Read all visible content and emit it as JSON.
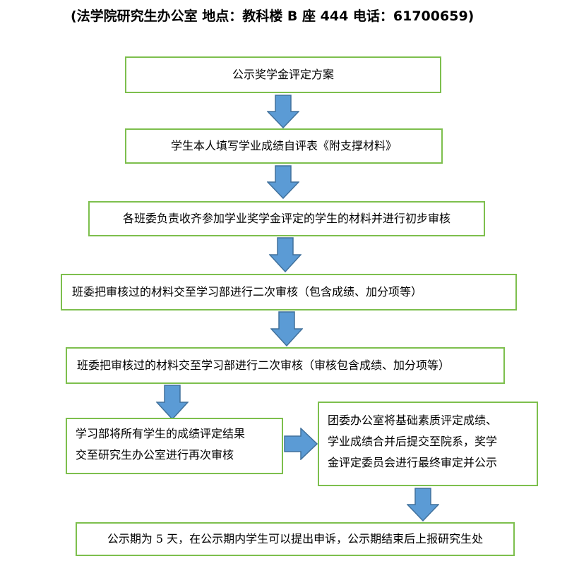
{
  "header": {
    "text": "(法学院研究生办公室  地点：教科楼 B 座 444  电话：61700659)"
  },
  "steps": [
    {
      "text": "公示奖学金评定方案"
    },
    {
      "text": "学生本人填写学业成绩自评表《附支撑材料》"
    },
    {
      "text": "各班委负责收齐参加学业奖学金评定的学生的材料并进行初步审核"
    },
    {
      "text": "班委把审核过的材料交至学习部进行二次审核（包含成绩、加分项等）"
    },
    {
      "text": "班委把审核过的材料交至学习部进行二次审核（审核包含成绩、加分项等）"
    },
    {
      "lines": [
        "学习部将所有学生的成绩评定结果",
        "交至研究生办公室进行再次审核"
      ]
    },
    {
      "lines": [
        "团委办公室将基础素质评定成绩、",
        "学业成绩合并后提交至院系，奖学",
        "金评定委员会进行最终审定并公示"
      ]
    },
    {
      "text": "公示期为 5 天，在公示期内学生可以提出申诉，公示期结束后上报研究生处"
    }
  ],
  "colors": {
    "box_border": "#7dbf4d",
    "arrow_fill": "#5b9bd5",
    "arrow_stroke": "#41719c"
  }
}
